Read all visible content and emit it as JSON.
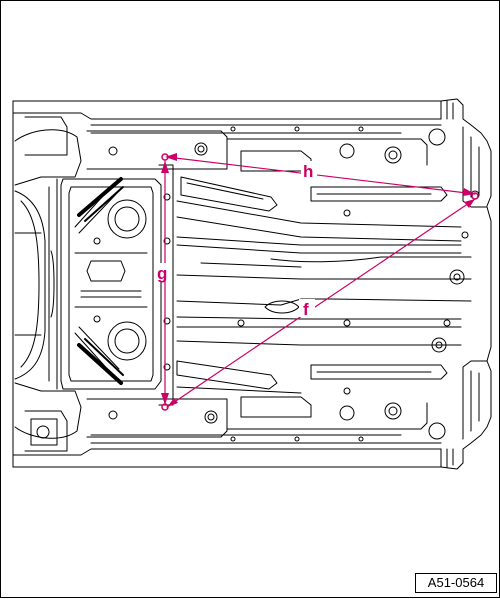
{
  "figure": {
    "id": "A51-0564"
  },
  "callouts": {
    "f": "f",
    "g": "g",
    "h": "h"
  },
  "colors": {
    "line_art": "#000000",
    "callout": "#cc0066",
    "background": "#ffffff"
  }
}
